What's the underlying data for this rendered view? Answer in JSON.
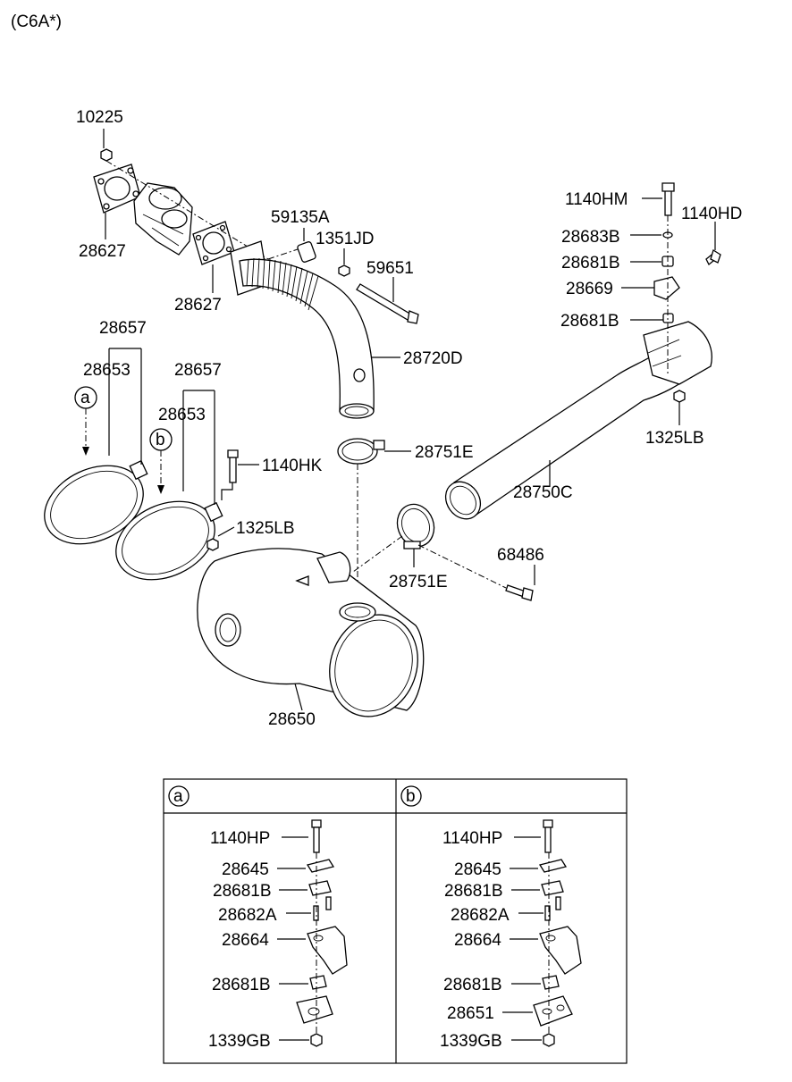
{
  "header": {
    "model_code": "(C6A*)"
  },
  "callouts": [
    {
      "id": "p10225",
      "text": "10225"
    },
    {
      "id": "p28627a",
      "text": "28627"
    },
    {
      "id": "p28627b",
      "text": "28627"
    },
    {
      "id": "p59135A",
      "text": "59135A"
    },
    {
      "id": "p1351JD",
      "text": "1351JD"
    },
    {
      "id": "p59651",
      "text": "59651"
    },
    {
      "id": "p28720D",
      "text": "28720D"
    },
    {
      "id": "p28657a",
      "text": "28657"
    },
    {
      "id": "p28653a",
      "text": "28653"
    },
    {
      "id": "p28657b",
      "text": "28657"
    },
    {
      "id": "p28653b",
      "text": "28653"
    },
    {
      "id": "p1140HK",
      "text": "1140HK"
    },
    {
      "id": "p1325LBa",
      "text": "1325LB"
    },
    {
      "id": "p28751Ea",
      "text": "28751E"
    },
    {
      "id": "p28751Eb",
      "text": "28751E"
    },
    {
      "id": "p28650",
      "text": "28650"
    },
    {
      "id": "p68486",
      "text": "68486"
    },
    {
      "id": "p28750C",
      "text": "28750C"
    },
    {
      "id": "p1140HM",
      "text": "1140HM"
    },
    {
      "id": "p1140HD",
      "text": "1140HD"
    },
    {
      "id": "p28683B",
      "text": "28683B"
    },
    {
      "id": "p28681Ba",
      "text": "28681B"
    },
    {
      "id": "p28669",
      "text": "28669"
    },
    {
      "id": "p28681Bb",
      "text": "28681B"
    },
    {
      "id": "p1325LBb",
      "text": "1325LB"
    }
  ],
  "markers": {
    "a": "a",
    "b": "b"
  },
  "detail_table": {
    "col_a": {
      "marker": "a",
      "parts": [
        "1140HP",
        "28645",
        "28681B",
        "28682A",
        "28664",
        "28681B",
        "1339GB"
      ]
    },
    "col_b": {
      "marker": "b",
      "parts": [
        "1140HP",
        "28645",
        "28681B",
        "28682A",
        "28664",
        "28681B",
        "28651",
        "1339GB"
      ]
    }
  }
}
